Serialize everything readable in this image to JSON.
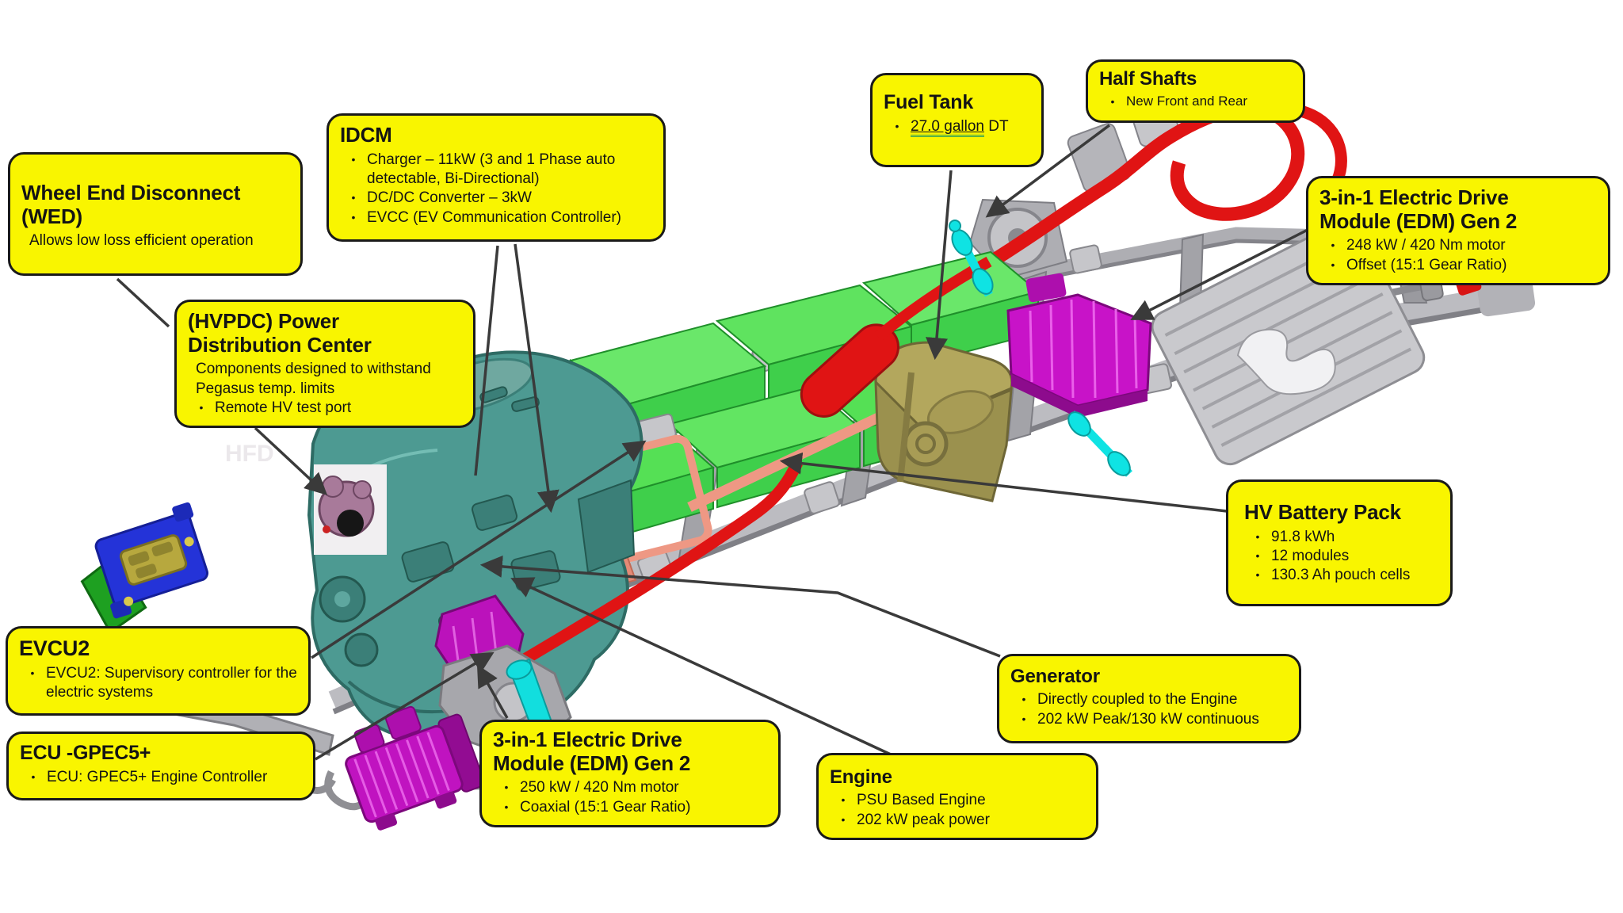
{
  "slide": {
    "background": "#ffffff",
    "callout_style": {
      "fill": "#f9f500",
      "border": "#1a1a1a",
      "text": "#141414"
    },
    "bullet_char": "•"
  },
  "callouts": {
    "wed": {
      "title": "Wheel End Disconnect (WED)",
      "items": [
        {
          "text": "Allows low loss efficient operation",
          "bullet": false
        }
      ]
    },
    "idcm": {
      "title": "IDCM",
      "items": [
        {
          "text": "Charger – 11kW (3 and 1 Phase auto detectable, Bi-Directional)",
          "bullet": true
        },
        {
          "text": "DC/DC Converter – 3kW",
          "bullet": true
        },
        {
          "text": "EVCC (EV Communication Controller)",
          "bullet": true
        }
      ]
    },
    "fuel_tank": {
      "title": "Fuel Tank",
      "items": [
        {
          "text": "27.0 gallon DT",
          "bullet": true,
          "underline": "27.0 gallon"
        }
      ]
    },
    "half_shafts": {
      "title": "Half Shafts",
      "items": [
        {
          "text": "New Front and Rear",
          "bullet": true
        }
      ]
    },
    "edm_rear": {
      "title": "3-in-1 Electric Drive Module (EDM) Gen 2",
      "items": [
        {
          "text": "248 kW / 420 Nm motor",
          "bullet": true
        },
        {
          "text": "Offset (15:1 Gear Ratio)",
          "bullet": true
        }
      ]
    },
    "hvpdc": {
      "title": "(HVPDC) Power Distribution Center",
      "items": [
        {
          "text": "Components designed to withstand Pegasus temp. limits",
          "bullet": false
        },
        {
          "text": "Remote HV test port",
          "bullet": true
        }
      ]
    },
    "hv_battery": {
      "title": "HV Battery Pack",
      "items": [
        {
          "text": "91.8 kWh",
          "bullet": true
        },
        {
          "text": "12 modules",
          "bullet": true
        },
        {
          "text": "130.3 Ah pouch cells",
          "bullet": true
        }
      ]
    },
    "evcu2": {
      "title": "EVCU2",
      "items": [
        {
          "text": "EVCU2: Supervisory controller for the electric systems",
          "bullet": true
        }
      ]
    },
    "ecu": {
      "title": "ECU -GPEC5+",
      "items": [
        {
          "text": "ECU: GPEC5+ Engine Controller",
          "bullet": true
        }
      ]
    },
    "edm_front": {
      "title": "3-in-1 Electric Drive Module (EDM) Gen 2",
      "items": [
        {
          "text": "250 kW / 420 Nm motor",
          "bullet": true
        },
        {
          "text": "Coaxial (15:1 Gear Ratio)",
          "bullet": true
        }
      ]
    },
    "engine": {
      "title": "Engine",
      "items": [
        {
          "text": "PSU Based Engine",
          "bullet": true
        },
        {
          "text": "202 kW peak power",
          "bullet": true
        }
      ]
    },
    "generator": {
      "title": "Generator",
      "items": [
        {
          "text": "Directly coupled to the Engine",
          "bullet": true
        },
        {
          "text": "202 kW Peak/130 kW continuous",
          "bullet": true
        }
      ]
    }
  },
  "diagram": {
    "type": "annotated chassis illustration",
    "components": [
      {
        "name": "ladder-frame",
        "color": "#b4b4b9"
      },
      {
        "name": "psu-engine",
        "color": "#4d9a92"
      },
      {
        "name": "hv-battery-modules",
        "color": "#4ae052"
      },
      {
        "name": "fuel-tank",
        "color": "#a89d55"
      },
      {
        "name": "edm-rear",
        "color": "#c813c8"
      },
      {
        "name": "edm-front",
        "color": "#bb12bb"
      },
      {
        "name": "edm-standalone",
        "color": "#c013c0"
      },
      {
        "name": "idcm-charger-box",
        "color": "#1f2ad4"
      },
      {
        "name": "hvpdc-unit",
        "color": "#dcdcf2"
      },
      {
        "name": "exhaust-system",
        "color": "#e01414"
      },
      {
        "name": "half-shafts",
        "color": "#0fe3e3"
      },
      {
        "name": "ecu-module",
        "color": "#2433d8"
      },
      {
        "name": "wed-actuator",
        "color": "#a87a9a"
      },
      {
        "name": "generator-unit",
        "color": "#b8a23c"
      },
      {
        "name": "battery-tray-subframe",
        "color": "#ee9884"
      }
    ],
    "leader_line_color": "#3a3a3a"
  }
}
